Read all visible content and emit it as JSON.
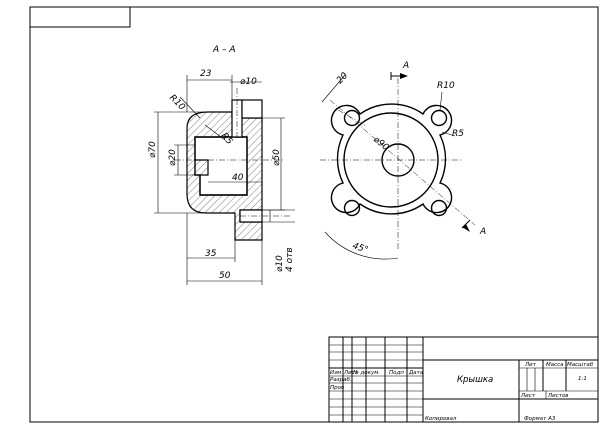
{
  "section": {
    "title": "А – А",
    "arrow_label": "А"
  },
  "dims_section": {
    "d23": "23",
    "d10_top": "⌀10",
    "r10": "R10",
    "r5": "R5",
    "d70": "⌀70",
    "d20": "⌀20",
    "d40": "40",
    "d50v": "⌀50",
    "d35": "35",
    "d50h": "50",
    "d10_side": "⌀10",
    "holes": "4 отв"
  },
  "dims_view": {
    "d20": "20",
    "r10": "R10",
    "r5": "R5",
    "d90": "⌀90",
    "angle": "45°"
  },
  "title_block": {
    "name": "Крышка",
    "lit": "Лит",
    "mass": "Масса",
    "scale": "Масштаб",
    "scale_val": "1:1",
    "sheet": "Лист",
    "sheets": "Листов",
    "izm": "Изм",
    "list": "Лист",
    "doc_no": "№ докум.",
    "sign": "Подп",
    "date": "Дата",
    "razrab": "Разраб.",
    "prov": "Пров",
    "copied": "Копировал",
    "format": "Формат  А3"
  }
}
